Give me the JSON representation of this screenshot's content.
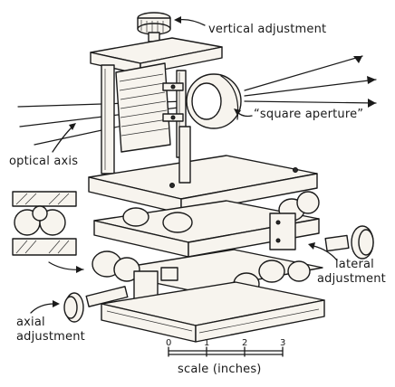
{
  "labels": {
    "vertical_adjustment": "vertical adjustment",
    "square_aperture": "“square aperture”",
    "optical_axis": "optical axis",
    "lateral_line1": "lateral",
    "lateral_line2": "adjustment",
    "axial_line1": "axial",
    "axial_line2": "adjustment"
  },
  "scale": {
    "caption": "scale (inches)",
    "ticks": [
      "0",
      "1",
      "2",
      "3"
    ]
  },
  "colors": {
    "ink": "#1a1a1a",
    "paper": "#ffffff",
    "wood": "#f7f4ee"
  }
}
